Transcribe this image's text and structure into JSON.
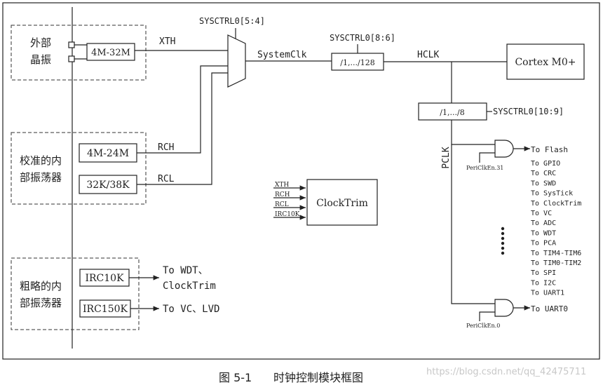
{
  "external_osc": {
    "group_label_1": "外部",
    "group_label_2": "晶振",
    "freq": "4M-32M",
    "signal": "XTH"
  },
  "internal_osc": {
    "group_label_1": "校准的内",
    "group_label_2": "部振荡器",
    "high_freq": "4M-24M",
    "high_signal": "RCH",
    "low_freq": "32K/38K",
    "low_signal": "RCL"
  },
  "rough_osc": {
    "group_label_1": "粗略的内",
    "group_label_2": "部振荡器",
    "osc1": "IRC10K",
    "osc1_target_1": "To WDT、",
    "osc1_target_2": "ClockTrim",
    "osc2": "IRC150K",
    "osc2_target": "To VC、LVD"
  },
  "mux": {
    "ctrl": "SYSCTRL0[5:4]",
    "output": "SystemClk"
  },
  "hclk_div": {
    "ctrl": "SYSCTRL0[8:6]",
    "label": "/1,.../128",
    "output": "HCLK"
  },
  "cpu": {
    "label": "Cortex M0+"
  },
  "pclk_div": {
    "label": "/1,.../8",
    "ctrl": "SYSCTRL0[10:9]",
    "output": "PCLK"
  },
  "clocktrim": {
    "label": "ClockTrim",
    "inputs": [
      "XTH",
      "RCH",
      "RCL",
      "IRC10K"
    ]
  },
  "gates": {
    "enable_top": "PeriClkEn.31",
    "enable_bottom": "PeriClkEn.0"
  },
  "peripherals": [
    "To Flash",
    "To GPIO",
    "To CRC",
    "To SWD",
    "To SysTick",
    "To ClockTrim",
    "To VC",
    "To ADC",
    "To WDT",
    "To PCA",
    "To TIM4-TIM6",
    "To TIM0-TIM2",
    "To SPI",
    "To I2C",
    "To UART1"
  ],
  "peripheral_last": "To UART0",
  "caption": {
    "fig": "图  5-1",
    "title": "时钟控制模块框图"
  },
  "watermark": "https://blog.csdn.net/qq_42475711"
}
